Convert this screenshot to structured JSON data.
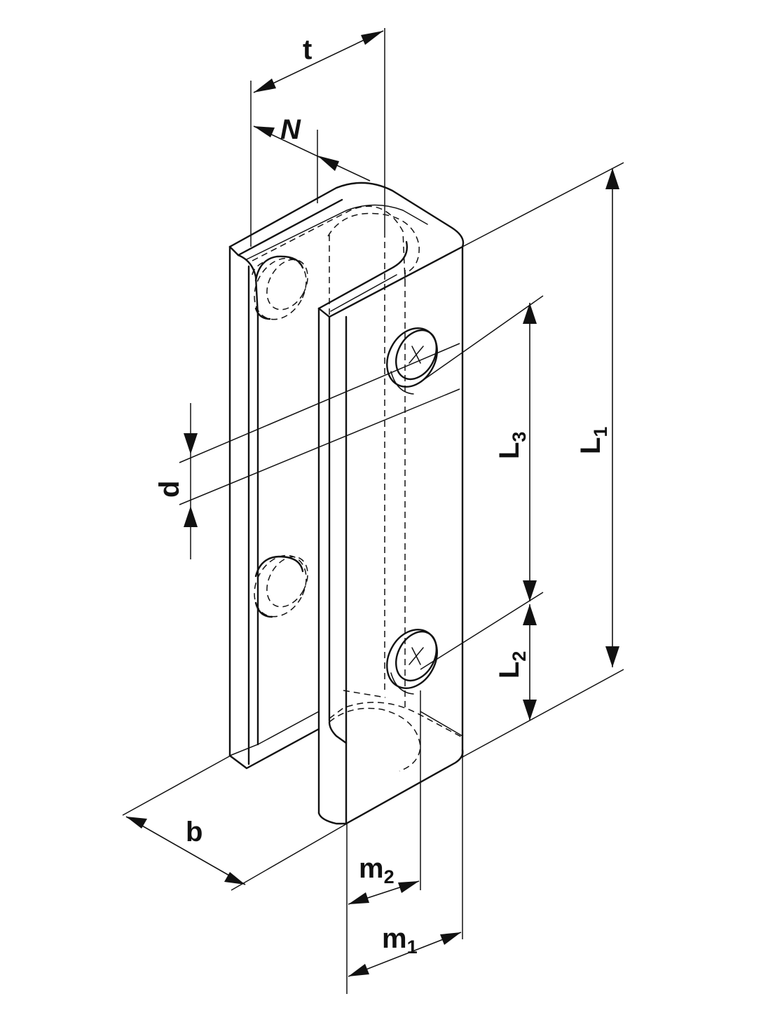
{
  "labels": {
    "t": "t",
    "N": "N",
    "d": "d",
    "L1": "L",
    "L1_sub": "1",
    "L2": "L",
    "L2_sub": "2",
    "L3": "L",
    "L3_sub": "3",
    "b": "b",
    "m1": "m",
    "m1_sub": "1",
    "m2": "m",
    "m2_sub": "2"
  },
  "colors": {
    "line": "#111111",
    "background": "#ffffff"
  }
}
